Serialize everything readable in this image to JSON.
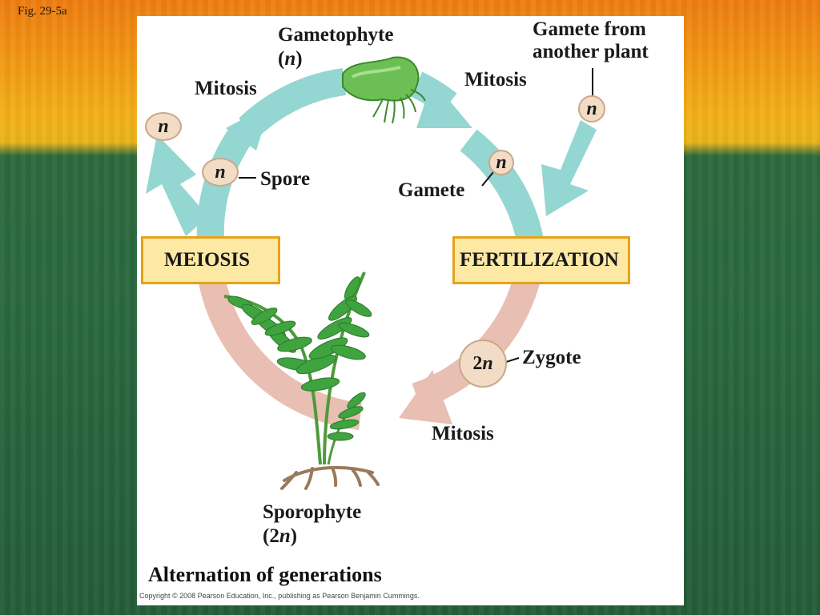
{
  "figure_label": "Fig. 29-5a",
  "labels": {
    "gametophyte": "Gametophyte",
    "gametophyte_ploidy": "n",
    "gamete_from": "Gamete from",
    "another_plant": "another plant",
    "mitosis_top_left": "Mitosis",
    "mitosis_top_right": "Mitosis",
    "mitosis_bottom": "Mitosis",
    "spore": "Spore",
    "gamete": "Gamete",
    "zygote": "Zygote",
    "sporophyte": "Sporophyte",
    "sporophyte_ploidy_num": "2",
    "sporophyte_ploidy_n": "n"
  },
  "boxes": {
    "meiosis": "MEIOSIS",
    "fertilization": "FERTILIZATION"
  },
  "circles": {
    "haploid_left": "n",
    "spore": "n",
    "gamete": "n",
    "gamete_other": "n",
    "zygote_num": "2",
    "zygote_n": "n"
  },
  "title": "Alternation of generations",
  "copyright": "Copyright © 2008 Pearson Education, Inc., publishing as Pearson Benjamin Cummings.",
  "colors": {
    "haploid_arrow": "#94d6d2",
    "diploid_arrow": "#e8bfb2",
    "box_fill": "#fde8a4",
    "box_border": "#e6a21c",
    "circle_fill": "#f2dcc6"
  }
}
